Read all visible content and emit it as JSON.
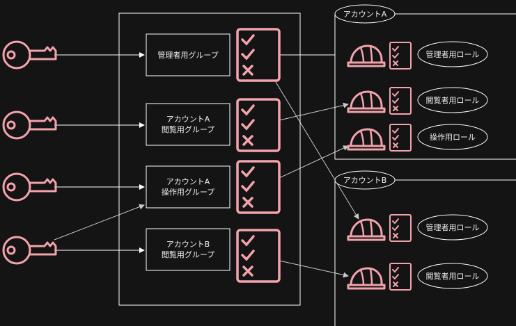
{
  "colors": {
    "background": "#141414",
    "line": "#ffffff",
    "arrow": "#c8c8c8",
    "accent": "#f3a3ab"
  },
  "icons": {
    "key": "key-icon",
    "checklist": "checklist-icon",
    "helmet": "helmet-icon"
  },
  "center": {
    "groups": [
      {
        "line1": "管理者用グループ",
        "line2": ""
      },
      {
        "line1": "アカウントA",
        "line2": "閲覧用グループ"
      },
      {
        "line1": "アカウントA",
        "line2": "操作用グループ"
      },
      {
        "line1": "アカウントB",
        "line2": "閲覧用グループ"
      }
    ]
  },
  "accounts": [
    {
      "title": "アカウントA",
      "roles": [
        "管理者用ロール",
        "閲覧者用ロール",
        "操作用ロール"
      ]
    },
    {
      "title": "アカウントB",
      "roles": [
        "管理者用ロール",
        "閲覧者用ロール"
      ]
    }
  ]
}
